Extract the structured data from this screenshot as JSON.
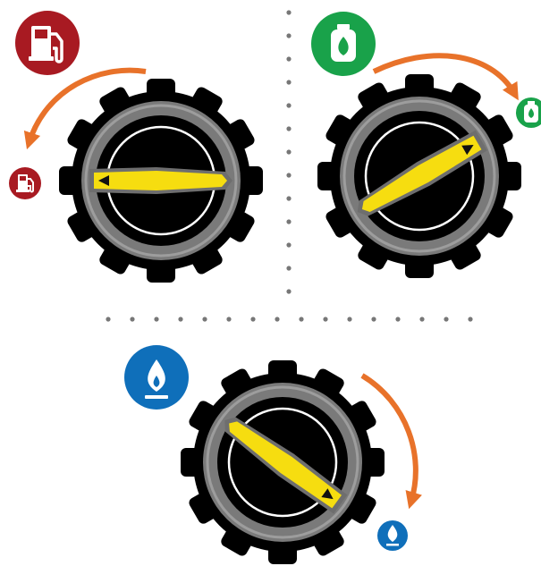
{
  "diagram": {
    "panels": [
      {
        "id": "gasoline",
        "fuel_icon": "fuel-pump-icon",
        "badge_color": "#a81a22",
        "arrow_direction": "counterclockwise"
      },
      {
        "id": "propane",
        "fuel_icon": "propane-tank-icon",
        "badge_color": "#19a24a",
        "arrow_direction": "clockwise"
      },
      {
        "id": "natural-gas",
        "fuel_icon": "gas-drop-icon",
        "badge_color": "#0f6fba",
        "arrow_direction": "clockwise"
      }
    ],
    "colors": {
      "arrow": "#e8722a",
      "knob_outer": "#000000",
      "knob_ring": "#7a7a7a",
      "knob_ring_highlight": "#a7a7a7",
      "pointer": "#f6dd10",
      "separator_dots": "#777777"
    }
  }
}
